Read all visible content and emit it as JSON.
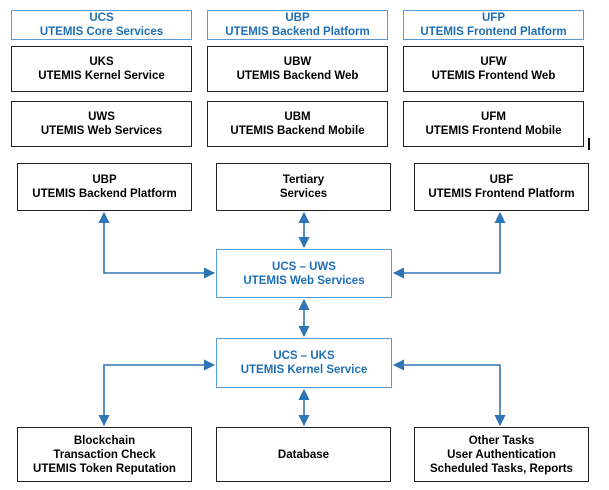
{
  "top_headers": [
    {
      "line1": "UCS",
      "line2": "UTEMIS Core Services"
    },
    {
      "line1": "UBP",
      "line2": "UTEMIS Backend Platform"
    },
    {
      "line1": "UFP",
      "line2": "UTEMIS Frontend Platform"
    }
  ],
  "modules_row1": [
    {
      "line1": "UKS",
      "line2": "UTEMIS Kernel Service"
    },
    {
      "line1": "UBW",
      "line2": "UTEMIS Backend Web"
    },
    {
      "line1": "UFW",
      "line2": "UTEMIS Frontend Web"
    }
  ],
  "modules_row2": [
    {
      "line1": "UWS",
      "line2": "UTEMIS Web Services"
    },
    {
      "line1": "UBM",
      "line2": "UTEMIS Backend Mobile"
    },
    {
      "line1": "UFM",
      "line2": "UTEMIS Frontend Mobile"
    }
  ],
  "clients": [
    {
      "line1": "UBP",
      "line2": "UTEMIS Backend Platform"
    },
    {
      "line1": "Tertiary",
      "line2": "Services"
    },
    {
      "line1": "UBF",
      "line2": "UTEMIS Frontend Platform"
    }
  ],
  "web_services": {
    "line1": "UCS – UWS",
    "line2": "UTEMIS Web Services"
  },
  "kernel_service": {
    "line1": "UCS – UKS",
    "line2": "UTEMIS Kernel Service"
  },
  "backends": [
    {
      "line1": "Blockchain",
      "line2": "Transaction Check",
      "line3": "UTEMIS Token Reputation"
    },
    {
      "line1": "Database"
    },
    {
      "line1": "Other Tasks",
      "line2": "User Authentication",
      "line3": "Scheduled Tasks, Reports"
    }
  ],
  "colors": {
    "accent": "#1f6fb5",
    "border_blue": "#5b9bd5",
    "arrow": "#2e75b6"
  }
}
